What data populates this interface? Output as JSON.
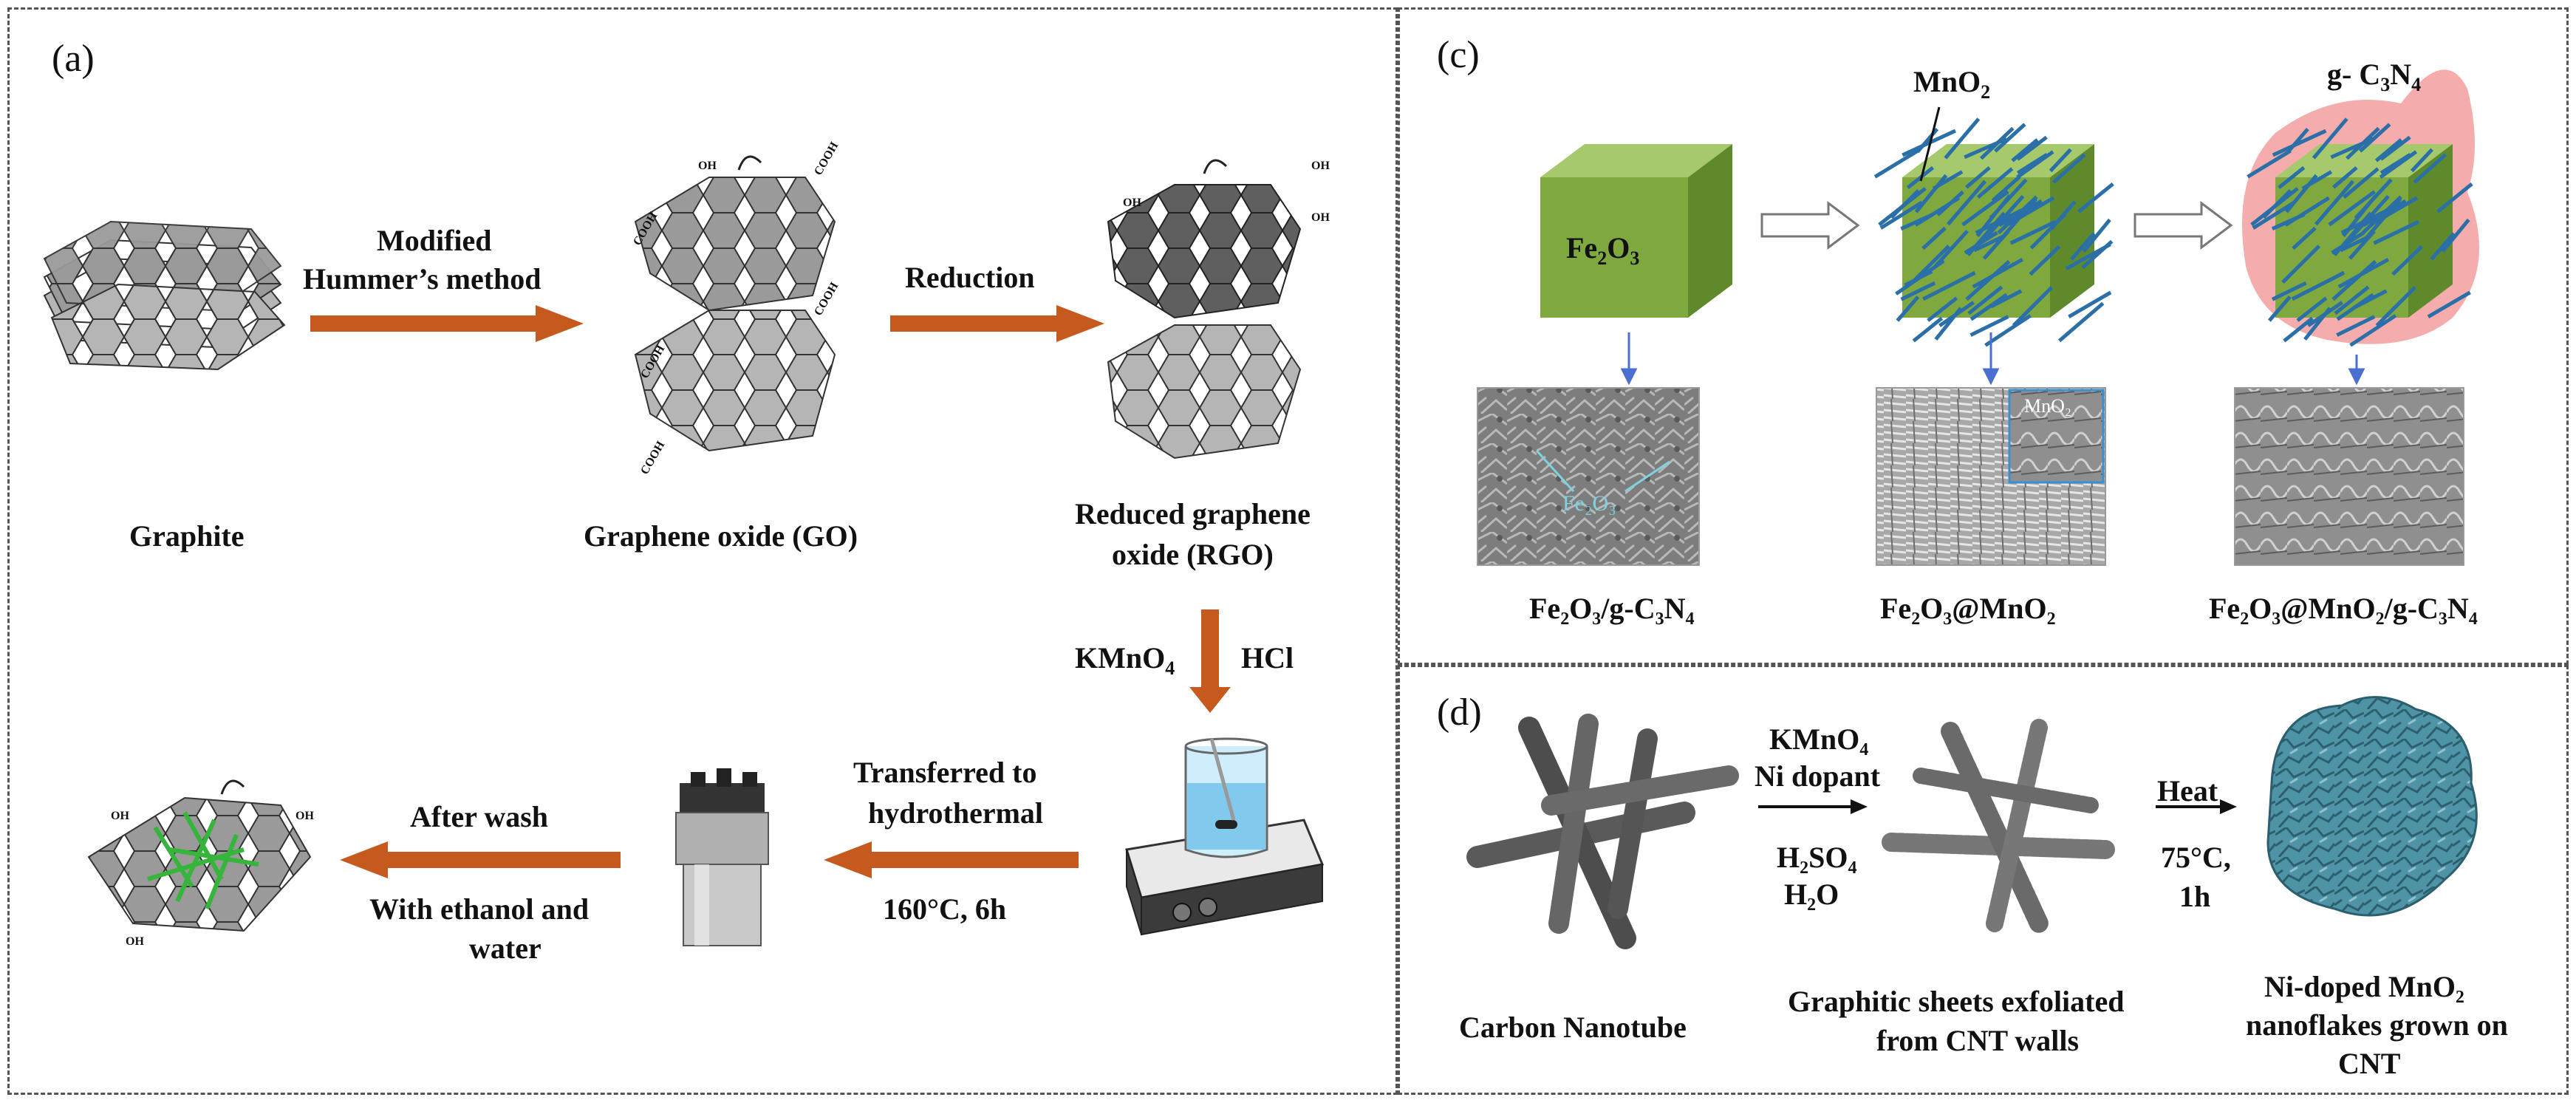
{
  "panels": {
    "a": {
      "label": "(a)",
      "graphite": "Graphite",
      "method_line1": "Modified",
      "method_line2": "Hummer’s method",
      "go": "Graphene oxide (GO)",
      "reduction": "Reduction",
      "rgo_line1": "Reduced graphene",
      "rgo_line2": "oxide (RGO)",
      "kmno4": "KMnO",
      "kmno4_sub": "4",
      "hcl": "HCl",
      "transfer_line1": "Transferred to",
      "transfer_line2": "hydrothermal",
      "condition": "160°C,  6h",
      "after_wash": "After wash",
      "ethanol_line1": "With ethanol and",
      "ethanol_line2": "water",
      "cooh": "COOH",
      "oh": "OH"
    },
    "c": {
      "label": "(c)",
      "mno2_top": "MnO",
      "mno2_top_sub": "2",
      "gc3n4_top": "g- C",
      "gc3n4_top_sub": "3",
      "gc3n4_top_n": "N",
      "gc3n4_top_sub2": "4",
      "cube_label": "Fe",
      "cube_sub1": "2",
      "cube_o": "O",
      "cube_sub2": "3",
      "sem1_text": "Fe₂O₃",
      "sem2_inset": "MnO₂",
      "cap1": "Fe₂O₃/g-C₃N₄",
      "cap2": "Fe₂O₃@MnO₂",
      "cap3": "Fe₂O₃@MnO₂/g-C₃N₄"
    },
    "d": {
      "label": "(d)",
      "reagent1": "KMnO₄",
      "reagent2": "Ni dopant",
      "reagent3": "H₂SO₄",
      "reagent4": "H₂O",
      "heat": "Heat",
      "temp": "75°C,",
      "time": "1h",
      "cap1": "Carbon Nanotube",
      "cap2_line1": "Graphitic sheets exfoliated",
      "cap2_line2": "from CNT walls",
      "cap3_line1": "Ni-doped MnO₂",
      "cap3_line2": "nanoflakes grown on",
      "cap3_line3": "CNT"
    }
  },
  "colors": {
    "arrow_orange": "#c65a1e",
    "cube_green": "#7fa83e",
    "needle_blue": "#2a6fa8",
    "blob_pink": "#f4a3a3",
    "cnt_gray": "#5a5a5a",
    "flake_teal": "#4f94a6"
  }
}
